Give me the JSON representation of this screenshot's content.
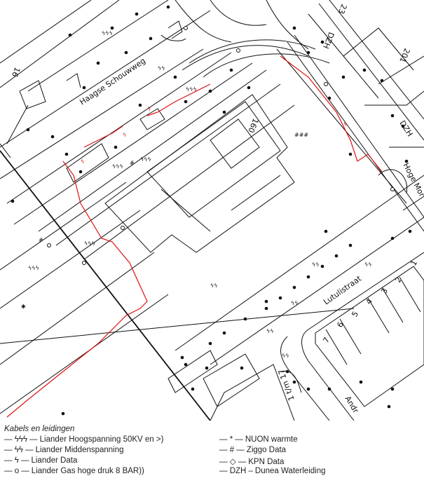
{
  "map": {
    "street_labels": [
      "Haagse Schouwweg",
      "Lutulistraat",
      "Hoge Mor",
      "Andr"
    ],
    "building_labels": [
      "160",
      "201",
      "23",
      "16",
      "1 t/m 17"
    ],
    "house_numbers": [
      "1",
      "2",
      "3",
      "4",
      "5",
      "6",
      "7"
    ],
    "network_labels": [
      "DZH",
      "DZH"
    ],
    "colors": {
      "lines": "#111111",
      "liander_data_highlight": "#e01010",
      "background": "#ffffff"
    }
  },
  "legend": {
    "title": "Kabels en leidingen",
    "items": [
      {
        "symbol": "— ϟϟϟ —",
        "label": "Liander Hoogspanning 50KV en >)",
        "icon": "triple-lightning-icon"
      },
      {
        "symbol": "— ϟϟ —",
        "label": "Liander Middenspanning",
        "icon": "double-lightning-icon"
      },
      {
        "symbol": "— ϟ —",
        "label": "Liander Data",
        "icon": "lightning-icon"
      },
      {
        "symbol": "— o —",
        "label": "Liander Gas hoge druk 8 BAR))",
        "icon": "circle-icon"
      },
      {
        "symbol": "— * —",
        "label": "NUON warmte",
        "icon": "asterisk-icon"
      },
      {
        "symbol": "— # —",
        "label": "Ziggo Data",
        "icon": "hash-icon"
      },
      {
        "symbol": "— ◇ —",
        "label": "KPN Data",
        "icon": "diamond-icon"
      },
      {
        "symbol": "— DZH –",
        "label": "Dunea Waterleiding",
        "icon": "dzh-label-icon"
      }
    ]
  }
}
